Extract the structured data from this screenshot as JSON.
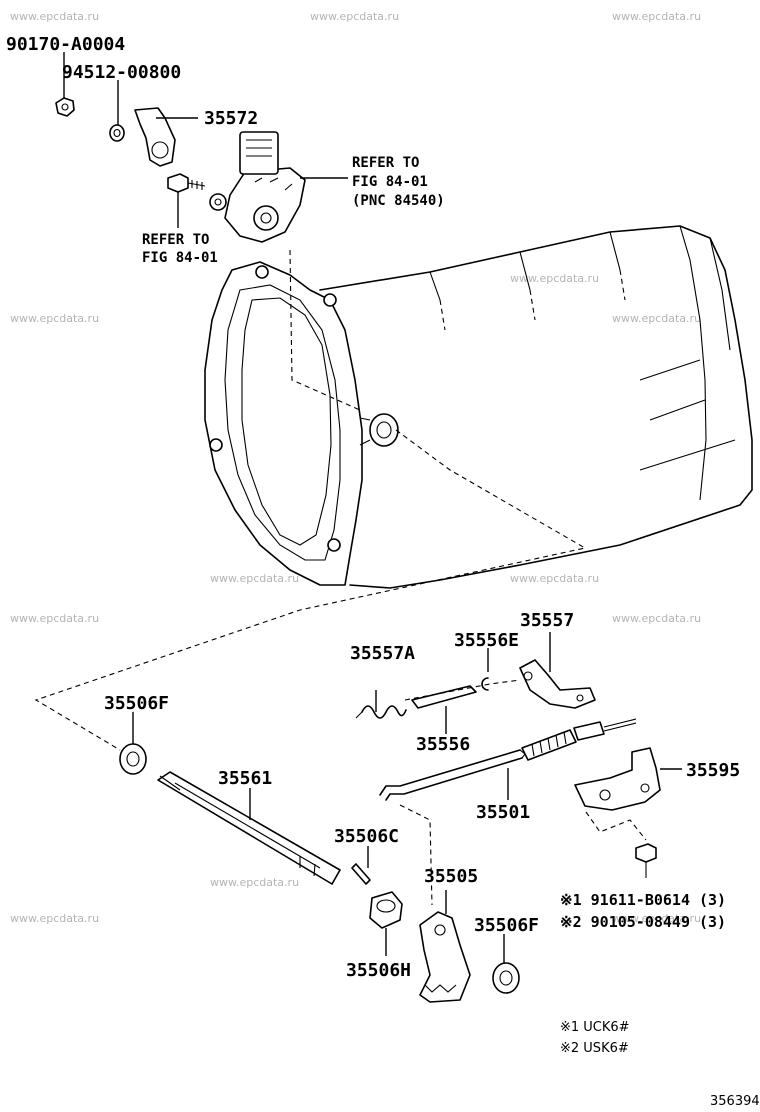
{
  "watermark": "www.epcdata.ru",
  "diagram_id": "356394",
  "parts": {
    "p90170": "90170-A0004",
    "p94512": "94512-00800",
    "p35572": "35572",
    "p35557": "35557",
    "p35557A": "35557A",
    "p35556E": "35556E",
    "p35556": "35556",
    "p35506F_a": "35506F",
    "p35561": "35561",
    "p35501": "35501",
    "p35595": "35595",
    "p35506C": "35506C",
    "p35505": "35505",
    "p35506F_b": "35506F",
    "p35506H": "35506H",
    "p91611": "※1 91611-B0614 (3)",
    "p90105": "※2 90105-08449 (3)"
  },
  "refs": {
    "ref_top_line1": "REFER TO",
    "ref_top_line2": "FIG 84-01",
    "ref_top_line3": "(PNC 84540)",
    "ref_left_line1": "REFER TO",
    "ref_left_line2": "FIG 84-01"
  },
  "notes": {
    "note1": "※1 UCK6#",
    "note2": "※2 USK6#"
  }
}
